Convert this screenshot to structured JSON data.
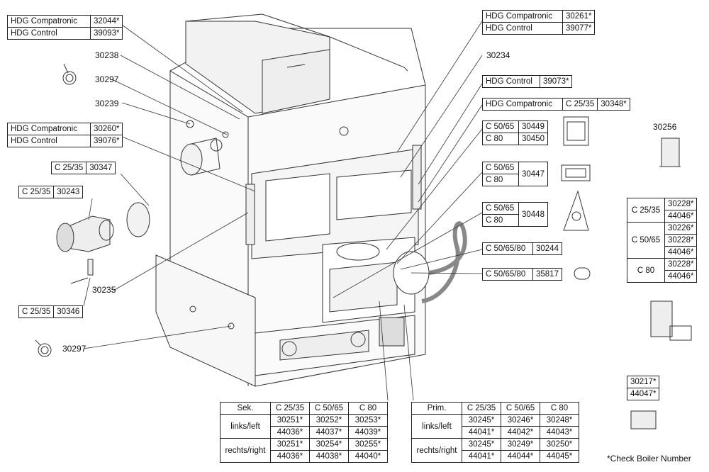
{
  "tables": {
    "compatronic_top": [
      [
        "HDG Compatronic",
        "32044*"
      ],
      [
        "HDG Control",
        "39093*"
      ]
    ],
    "compatronic_right": [
      [
        "HDG Compatronic",
        "30261*"
      ],
      [
        "HDG Control",
        "39077*"
      ]
    ],
    "control_30073": [
      [
        "HDG Control",
        "39073*"
      ]
    ],
    "compatronic_c25": [
      [
        "HDG Compatronic",
        "C 25/35",
        "30348*"
      ]
    ],
    "compatronic_left": [
      [
        "HDG Compatronic",
        "30260*"
      ],
      [
        "HDG Control",
        "39076*"
      ]
    ],
    "c2535_30347": [
      [
        "C 25/35",
        "30347"
      ]
    ],
    "c2535_30243": [
      [
        "C 25/35",
        "30243"
      ]
    ],
    "c2535_30346": [
      [
        "C 25/35",
        "30346"
      ]
    ],
    "c5065_30449": [
      [
        "C 50/65",
        "30449"
      ],
      [
        "C 80",
        "30450"
      ]
    ],
    "c5065_30447": {
      "rows": [
        "C 50/65",
        "C 80"
      ],
      "code": "30447"
    },
    "c5065_30448": {
      "rows": [
        "C 50/65",
        "C 80"
      ],
      "code": "30448"
    },
    "c506580_30244": [
      [
        "C 50/65/80",
        "30244"
      ]
    ],
    "c506580_35817": [
      [
        "C 50/65/80",
        "35817"
      ]
    ],
    "right_group": [
      {
        "model": "C 25/35",
        "codes": [
          "30228*",
          "44046*"
        ]
      },
      {
        "model": "C 50/65",
        "codes": [
          "30226*",
          "30228*",
          "44046*"
        ]
      },
      {
        "model": "C 80",
        "codes": [
          "30228*",
          "44046*"
        ]
      }
    ],
    "code_30217": [
      "30217*",
      "44047*"
    ]
  },
  "labels": {
    "l30238": "30238",
    "l30297a": "30297",
    "l30239": "30239",
    "l30234": "30234",
    "l30256": "30256",
    "l30235": "30235",
    "l30297b": "30297"
  },
  "sek_table": {
    "headers": [
      "Sek.",
      "C 25/35",
      "C 50/65",
      "C 80"
    ],
    "rows": [
      {
        "label": "links/left",
        "v": [
          [
            "30251*",
            "30252*",
            "30253*"
          ],
          [
            "44036*",
            "44037*",
            "44039*"
          ]
        ]
      },
      {
        "label": "rechts/right",
        "v": [
          [
            "30251*",
            "30254*",
            "30255*"
          ],
          [
            "44036*",
            "44038*",
            "44040*"
          ]
        ]
      }
    ]
  },
  "prim_table": {
    "headers": [
      "Prim.",
      "C 25/35",
      "C 50/65",
      "C 80"
    ],
    "rows": [
      {
        "label": "links/left",
        "v": [
          [
            "30245*",
            "30246*",
            "30248*"
          ],
          [
            "44041*",
            "44042*",
            "44043*"
          ]
        ]
      },
      {
        "label": "rechts/right",
        "v": [
          [
            "30245*",
            "30249*",
            "30250*"
          ],
          [
            "44041*",
            "44044*",
            "44045*"
          ]
        ]
      }
    ]
  },
  "note": "*Check Boiler Number"
}
